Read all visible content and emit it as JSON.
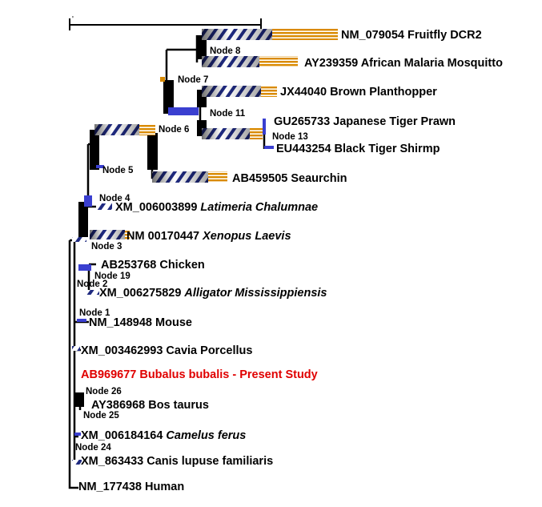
{
  "scale_bar": {
    "tick_label": "'"
  },
  "colors": {
    "branch": "#000000",
    "stripe_a": "#1f2a80",
    "stripe_b": "#ffffff",
    "gene": "#d98a00",
    "blue_marker": "#3a3fd0",
    "highlight": "#e00000"
  },
  "leaves": [
    {
      "id": "NM_079054",
      "text": "NM_079054 Fruitfly DCR2"
    },
    {
      "id": "AY239359",
      "text": "AY239359 African Malaria Mosquitto"
    },
    {
      "id": "JX44040",
      "text": "JX44040 Brown Planthopper"
    },
    {
      "id": "GU265733",
      "text": "GU265733 Japanese Tiger Prawn"
    },
    {
      "id": "EU443254",
      "text": "EU443254 Black Tiger Shirmp"
    },
    {
      "id": "AB459505",
      "text": "AB459505 Seaurchin"
    },
    {
      "id": "XM_006003899",
      "acc": "XM_006003899 ",
      "species": "Latimeria Chalumnae"
    },
    {
      "id": "NM_00170447",
      "acc": "NM  00170447 ",
      "species": "Xenopus Laevis"
    },
    {
      "id": "AB253768",
      "text": "AB253768 Chicken"
    },
    {
      "id": "XM_006275829",
      "acc": "XM_006275829 ",
      "species": "Alligator Mississippiensis"
    },
    {
      "id": "NM_148948",
      "text": "NM_148948 Mouse"
    },
    {
      "id": "XM_003462993",
      "text": "XM_003462993 Cavia Porcellus"
    },
    {
      "id": "AB969677",
      "text": "AB969677 Bubalus bubalis - Present Study"
    },
    {
      "id": "AY386968",
      "text": "AY386968 Bos taurus"
    },
    {
      "id": "XM_006184164",
      "acc": "XM_006184164 ",
      "species": "Camelus ferus"
    },
    {
      "id": "XM_863433",
      "text": "XM_863433 Canis lupuse familiaris"
    },
    {
      "id": "NM_177438",
      "text": "NM_177438 Human"
    }
  ],
  "nodes": {
    "n8": "Node 8",
    "n7": "Node 7",
    "n11": "Node 11",
    "n6": "Node 6",
    "n13": "Node 13",
    "n5": "Node 5",
    "n4": "Node 4",
    "n3": "Node 3",
    "n19": "Node 19",
    "n2": "Node 2",
    "n1": "Node 1",
    "n26": "Node 26",
    "n25": "Node 25",
    "n24": "Node 24"
  }
}
